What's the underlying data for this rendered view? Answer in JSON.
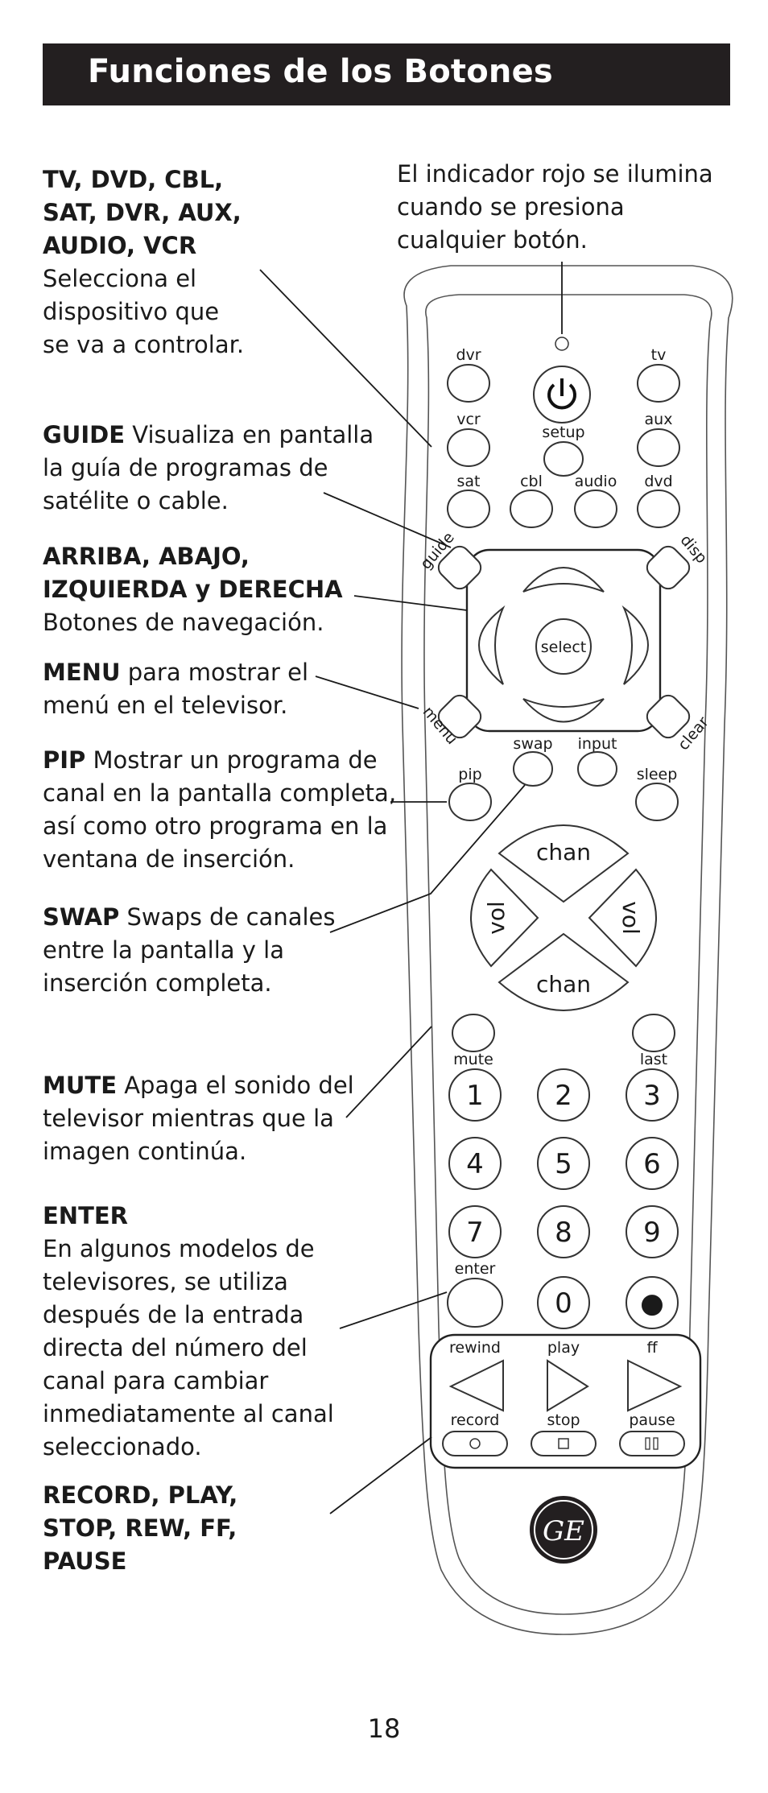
{
  "header": {
    "title": "Funciones de los Botones"
  },
  "indicator_note": "El indicador rojo se ilumina cuando se presiona cualquier botón.",
  "descriptions": [
    {
      "title": "TV, DVD, CBL, SAT, DVR, AUX, AUDIO, VCR",
      "text": "Selecciona el dispositivo que se va a controlar."
    },
    {
      "title": "GUIDE",
      "text": "Visualiza en pantalla la guía de programas de satélite o cable."
    },
    {
      "title": "ARRIBA, ABAJO, IZQUIERDA y DERECHA",
      "text": "Botones de navegación."
    },
    {
      "title": "MENU",
      "text": "para mostrar el menú en el televisor."
    },
    {
      "title": "PIP",
      "text": "Mostrar un programa de canal en la pantalla completa, así como otro programa en la ventana de inserción."
    },
    {
      "title": "SWAP",
      "text": "Swaps de canales entre la pantalla y la inserción completa."
    },
    {
      "title": "MUTE",
      "text": "Apaga el sonido del televisor mientras que la imagen continúa."
    },
    {
      "title": "ENTER",
      "text": "En algunos modelos de televisores, se utiliza después de la entrada directa del número del canal para cambiar inmediatamente al canal seleccionado."
    },
    {
      "title": "RECORD, PLAY, STOP, REW, FF, PAUSE",
      "text": ""
    }
  ],
  "remote": {
    "device_buttons": {
      "dvr": "dvr",
      "tv": "tv",
      "vcr": "vcr",
      "setup": "setup",
      "aux": "aux",
      "sat": "sat",
      "cbl": "cbl",
      "audio": "audio",
      "dvd": "dvd"
    },
    "nav": {
      "guide": "guide",
      "disp": "disp",
      "select": "select",
      "menu": "menu",
      "clear": "clear"
    },
    "mid": {
      "swap": "swap",
      "input": "input",
      "pip": "pip",
      "sleep": "sleep",
      "chan_up": "chan",
      "chan_down": "chan",
      "vol_left": "vol",
      "vol_right": "vol",
      "mute": "mute",
      "last": "last"
    },
    "digits": [
      "1",
      "2",
      "3",
      "4",
      "5",
      "6",
      "7",
      "8",
      "9",
      "0"
    ],
    "dot": "●",
    "enter": "enter",
    "transport": {
      "rewind": "rewind",
      "play": "play",
      "ff": "ff",
      "record": "record",
      "stop": "stop",
      "pause": "pause"
    },
    "logo": "GE"
  },
  "page_number": "18"
}
